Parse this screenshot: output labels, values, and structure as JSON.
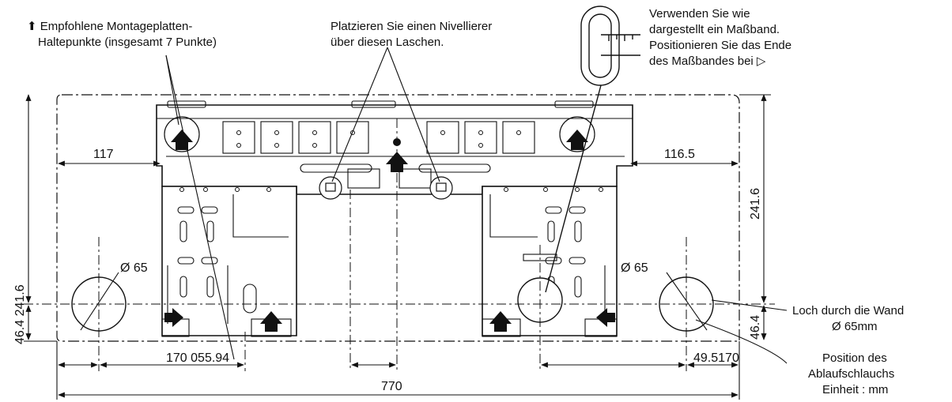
{
  "notes": {
    "mount_points_line1": "Empfohlene Montageplatten-",
    "mount_points_line2": "Haltepunkte (insgesamt 7 Punkte)",
    "leveler_line1": "Platzieren Sie einen Nivellierer",
    "leveler_line2": "über diesen Laschen.",
    "tape_line1": "Verwenden Sie wie",
    "tape_line2": "dargestellt ein Maßband.",
    "tape_line3": "Positionieren Sie das Ende",
    "tape_line4": "des Maßbandes bei ▷",
    "hole_line1": "Loch durch die Wand",
    "hole_line2": "Ø 65mm",
    "drain_line1": "Position des",
    "drain_line2": "Ablaufschlauchs",
    "unit": "Einheit : mm"
  },
  "dimensions": {
    "left_offset": "117",
    "right_offset": "116.5",
    "height_right": "241.6",
    "height_left": "46.4 241.6",
    "hole_dia_left": "Ø 65",
    "hole_dia_right": "Ø 65",
    "bottom_right_small": "46.4",
    "bottom_left": "170 055.94",
    "bottom_right": "49.5170",
    "center_width": "770"
  },
  "colors": {
    "line": "#111111",
    "plate_fill": "#ffffff",
    "wall_fill": "#ffffff"
  }
}
